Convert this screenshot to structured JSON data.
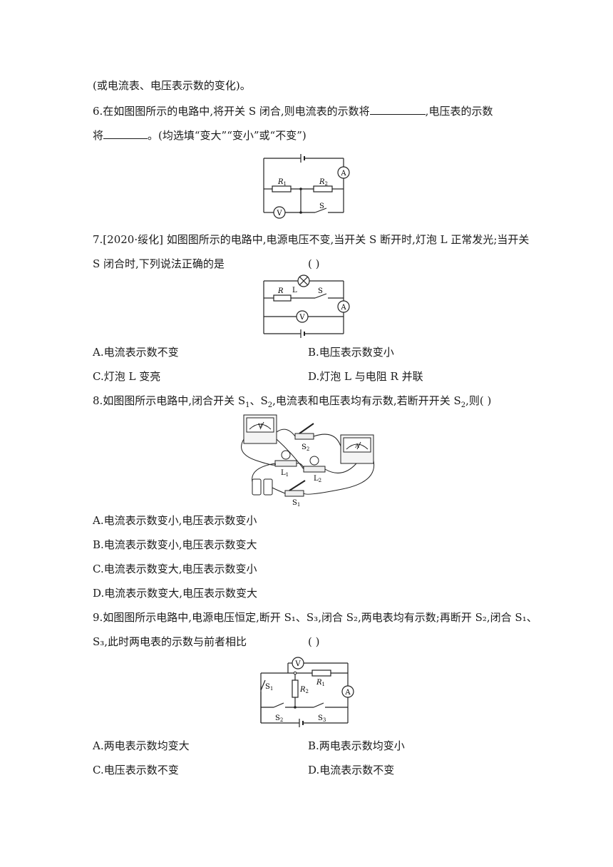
{
  "line_prev": "(或电流表、电压表示数的变化)。",
  "q6": {
    "line1a": "6.在如图图所示的电路中,将开关 S 闭合,则电流表的示数将",
    "line1b": ",电压表的示数",
    "line2a": "将",
    "line2b": "。(均选填“变大”“变小”或“不变”)",
    "fig": {
      "r1": "R",
      "r1sub": "1",
      "r2": "R",
      "r2sub": "2",
      "ammeter": "A",
      "voltmeter": "V",
      "switch": "S"
    }
  },
  "q7": {
    "line1": "7.[2020·绥化]  如图图所示的电路中,电源电压不变,当开关 S 断开时,灯泡 L 正常发光;当开关",
    "line2": "S 闭合时,下列说法正确的是",
    "paren": "(        )",
    "fig": {
      "lamp": "L",
      "resistor": "R",
      "switch": "S",
      "voltmeter": "V",
      "ammeter": "A"
    },
    "options": [
      "A.电流表示数不变",
      "B.电压表示数变小",
      "C.灯泡 L 变亮",
      "D.灯泡 L 与电阻 R 并联"
    ]
  },
  "q8": {
    "line1": "8.如图图所示电路中,闭合开关 S",
    "s1sub": "1",
    "mid": "、S",
    "s2sub": "2",
    "line1b": ",电流表和电压表均有示数,若断开开关 S",
    "s2sub_b": "2",
    "line1c": ",则(        )",
    "fig": {
      "s2": "S",
      "s2sub": "2",
      "l1": "L",
      "l1sub": "1",
      "l2": "L",
      "l2sub": "2",
      "s1": "S",
      "s1sub": "1",
      "voltmeter": "V",
      "ammeter": "A"
    },
    "options": [
      "A.电流表示数变小,电压表示数变小",
      "B.电流表示数变小,电压表示数变大",
      "C.电流表示数变大,电压表示数变小",
      "D.电流表示数变大,电压表示数变大"
    ]
  },
  "q9": {
    "line1": "9.如图图所示电路中,电源电压恒定,断开 S₁、S₃,闭合 S₂,两电表均有示数;再断开 S₂,闭合 S₁、",
    "line2": "S₃,此时两电表的示数与前者相比",
    "paren": "(        )",
    "fig": {
      "voltmeter": "V",
      "r1": "R",
      "r1sub": "1",
      "r2": "R",
      "r2sub": "2",
      "s1": "S",
      "s1sub": "1",
      "s2": "S",
      "s2sub": "2",
      "s3": "S",
      "s3sub": "3",
      "ammeter": "A"
    },
    "options": [
      "A.两电表示数均变大",
      "B.两电表示数均变小",
      "C.电压表示数不变",
      "D.电流表示数不变"
    ]
  }
}
